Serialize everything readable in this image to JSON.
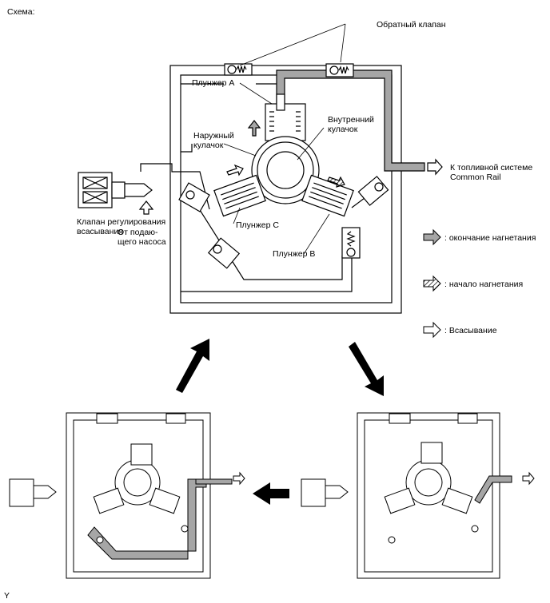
{
  "header": {
    "title": "Схема:"
  },
  "labels": {
    "check_valve": "Обратный клапан",
    "plunger_a": "Плунжер A",
    "outer_cam": "Наружный кулачок",
    "inner_cam": "Внутренний кулачок",
    "to_common_rail": "К топливной системе Common Rail",
    "suction_valve": "Клапан регулирования всасывания",
    "from_feed_pump": "От подаю-щего насоса",
    "plunger_c": "Плунжер C",
    "plunger_b": "Плунжер B"
  },
  "legend": [
    {
      "text": ": окончание нагнетания",
      "style": "gray-filled-arrow"
    },
    {
      "text": ": начало нагнетания",
      "style": "hatched-arrow"
    },
    {
      "text": ": Всасывание",
      "style": "outline-arrow"
    }
  ],
  "footer": {
    "code": "Y"
  },
  "colors": {
    "line": "#000000",
    "fuel_gray": "#a6a6a6",
    "background": "#ffffff"
  }
}
